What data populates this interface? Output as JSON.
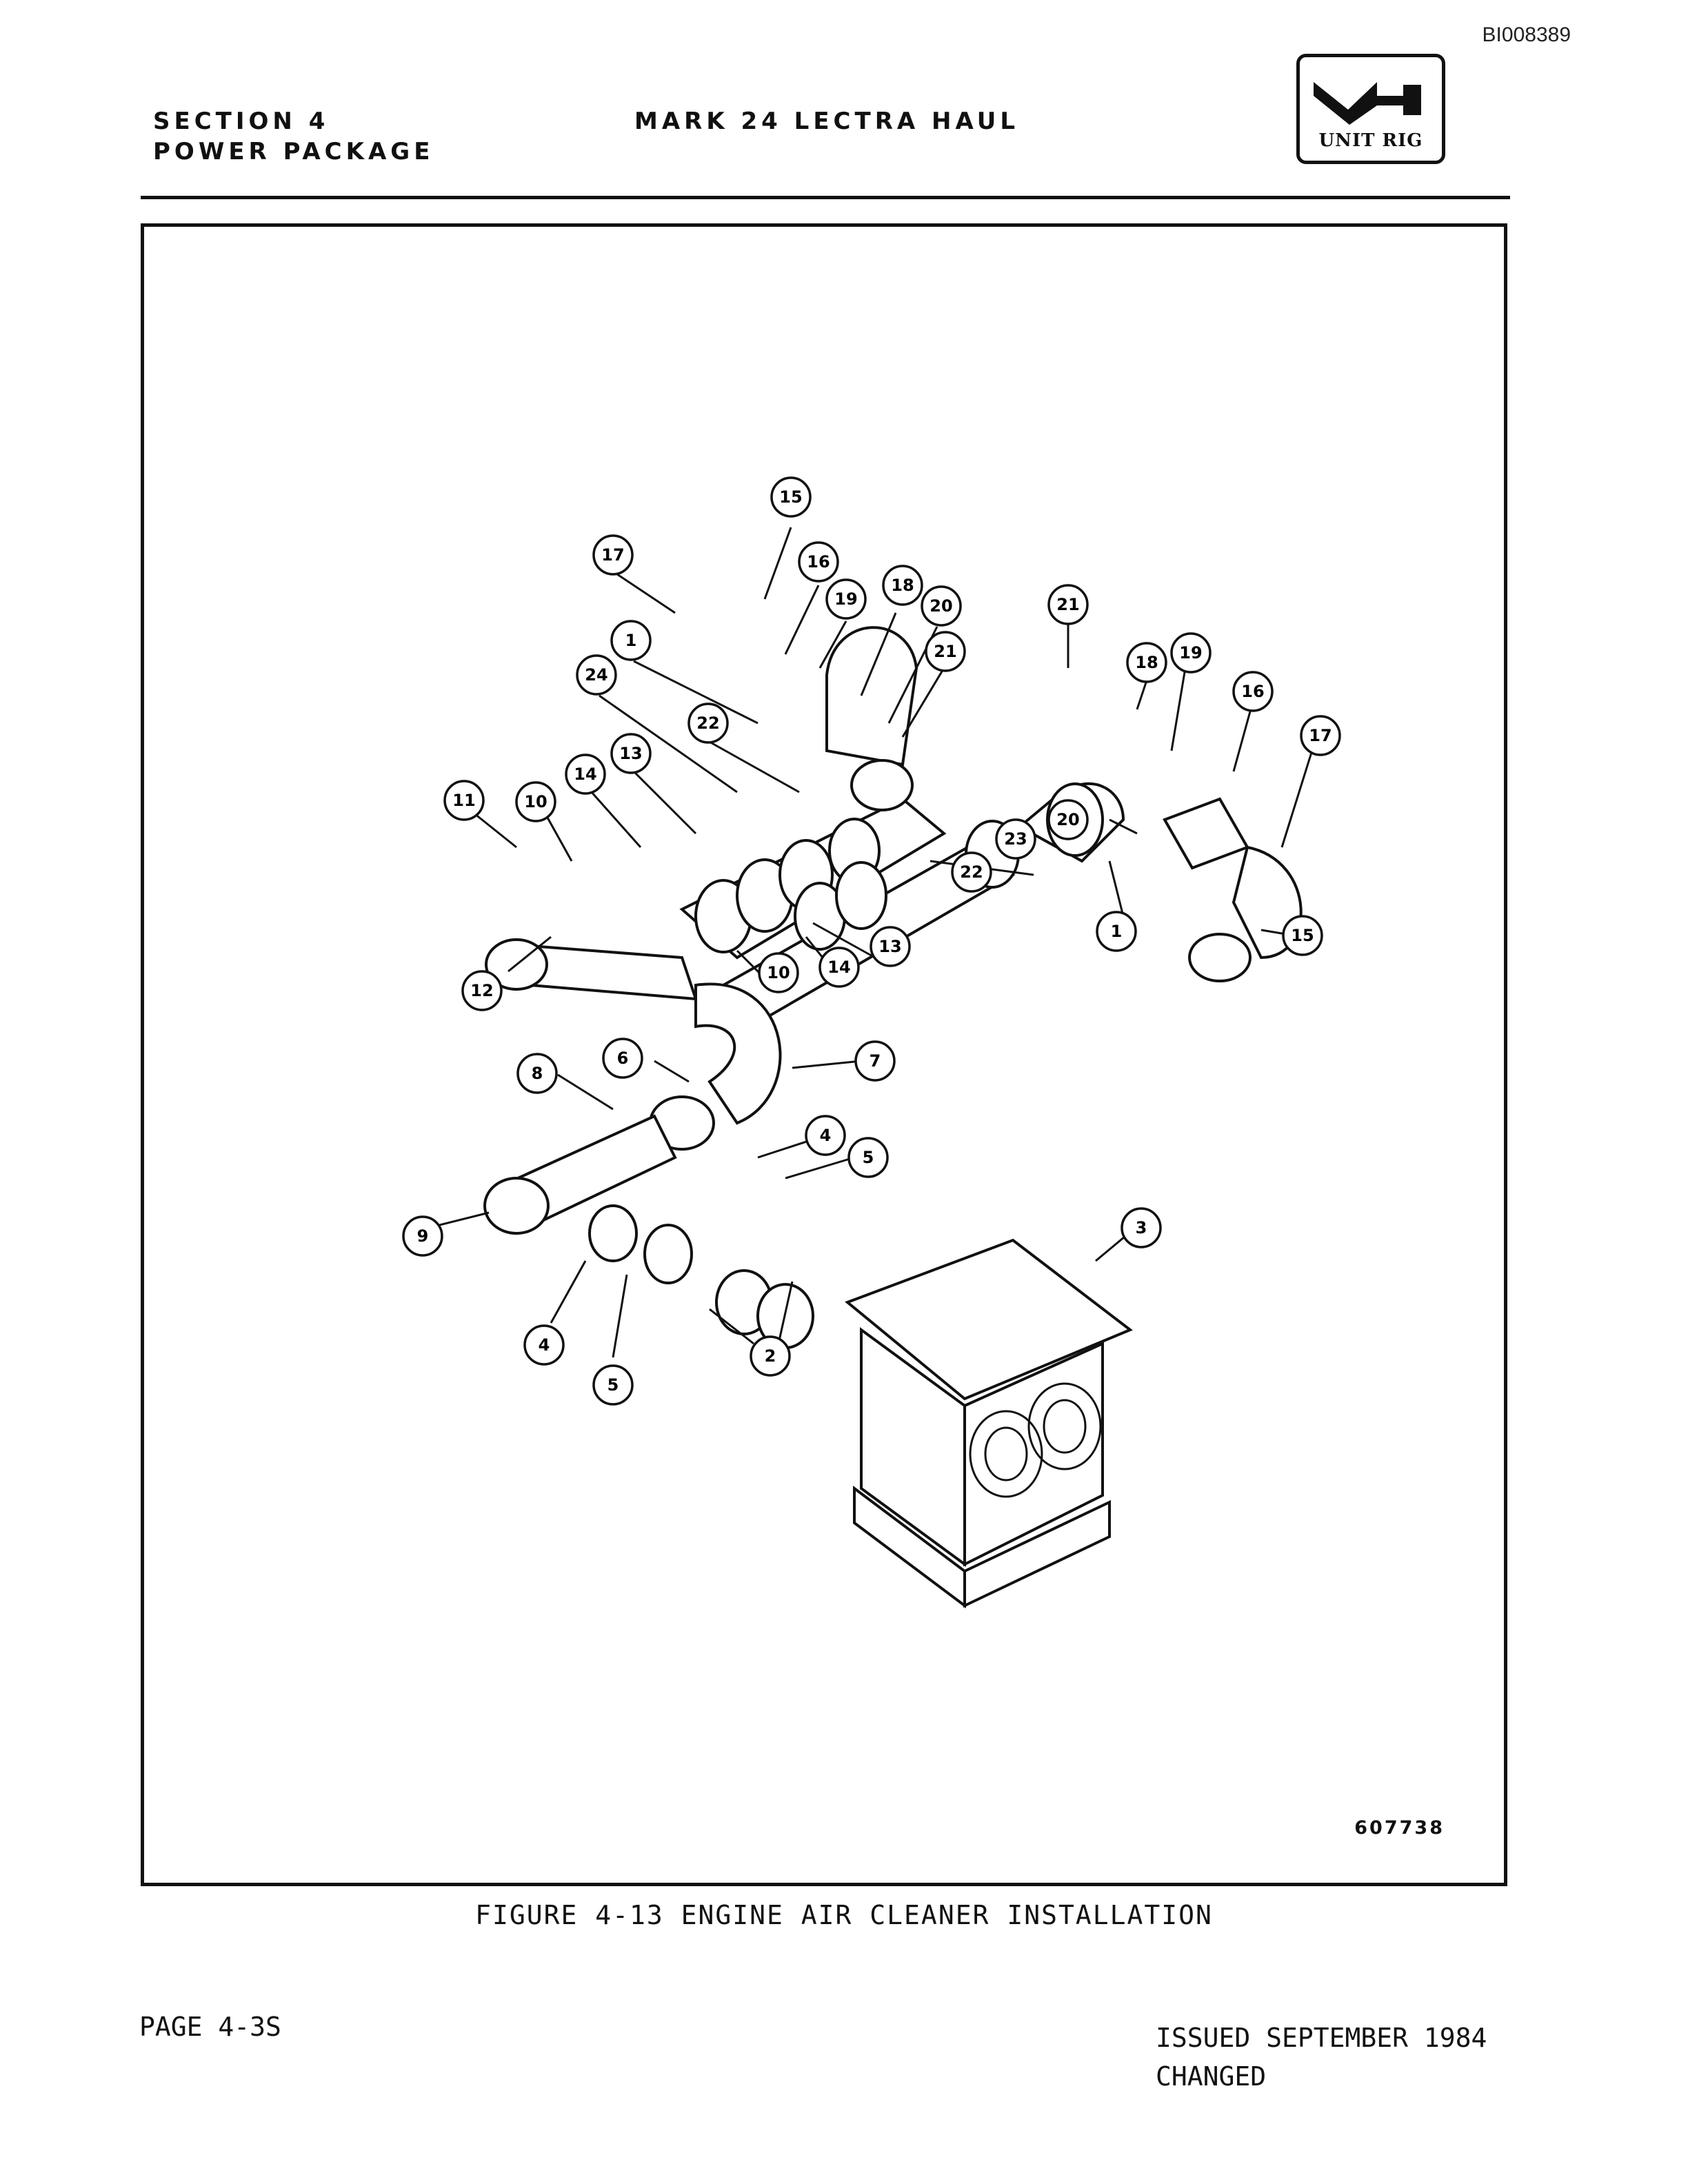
{
  "doc_id": "BI008389",
  "header": {
    "section": "SECTION 4",
    "subsection": "POWER PACKAGE",
    "title": "MARK 24 LECTRA HAUL",
    "logo_text": "UNIT RIG"
  },
  "figure": {
    "number": "607738",
    "caption": "FIGURE 4-13 ENGINE AIR CLEANER INSTALLATION",
    "callouts": [
      "15",
      "17",
      "16",
      "19",
      "18",
      "20",
      "21",
      "1",
      "24",
      "22",
      "13",
      "14",
      "11",
      "10",
      "12",
      "6",
      "7",
      "8",
      "4",
      "5",
      "9",
      "2",
      "3",
      "23"
    ]
  },
  "footer": {
    "page": "PAGE 4-3S",
    "issued": "ISSUED SEPTEMBER 1984",
    "changed": "CHANGED"
  }
}
